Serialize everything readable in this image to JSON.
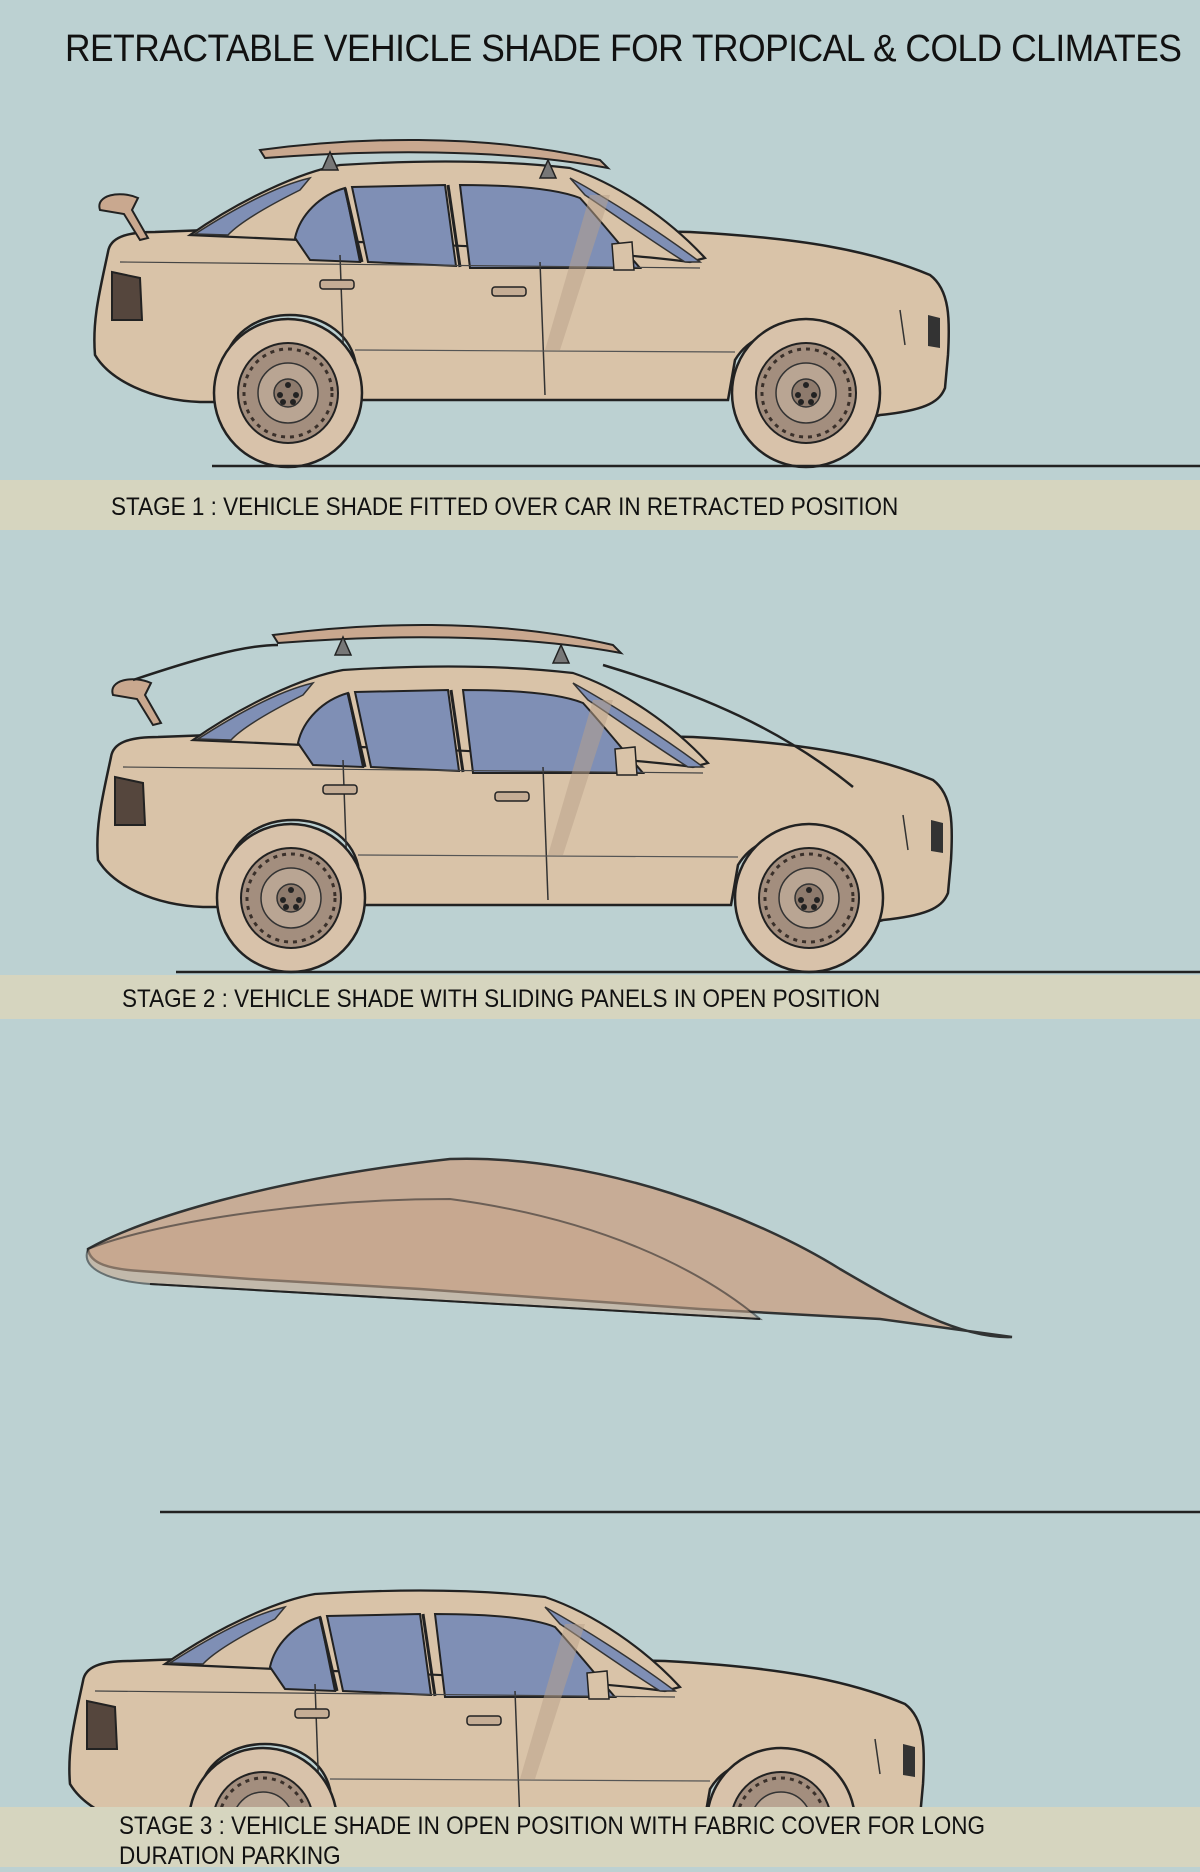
{
  "title": "RETRACTABLE VEHICLE SHADE FOR TROPICAL & COLD CLIMATES",
  "stages": [
    {
      "caption": "STAGE 1 : VEHICLE SHADE FITTED OVER CAR IN RETRACTED POSITION"
    },
    {
      "caption": "STAGE 2 : VEHICLE SHADE WITH SLIDING PANELS IN OPEN POSITION"
    },
    {
      "caption_line1": "STAGE 3 : VEHICLE SHADE IN OPEN POSITION WITH FABRIC COVER FOR LONG",
      "caption_line2": "DURATION PARKING"
    }
  ],
  "colors": {
    "background": "#bcd1d2",
    "band": "#d6d5bf",
    "body": "#d9c3a8",
    "glass": "#7f8fb5",
    "shade_panel": "#c9a88f",
    "fabric": "#c9a890"
  }
}
